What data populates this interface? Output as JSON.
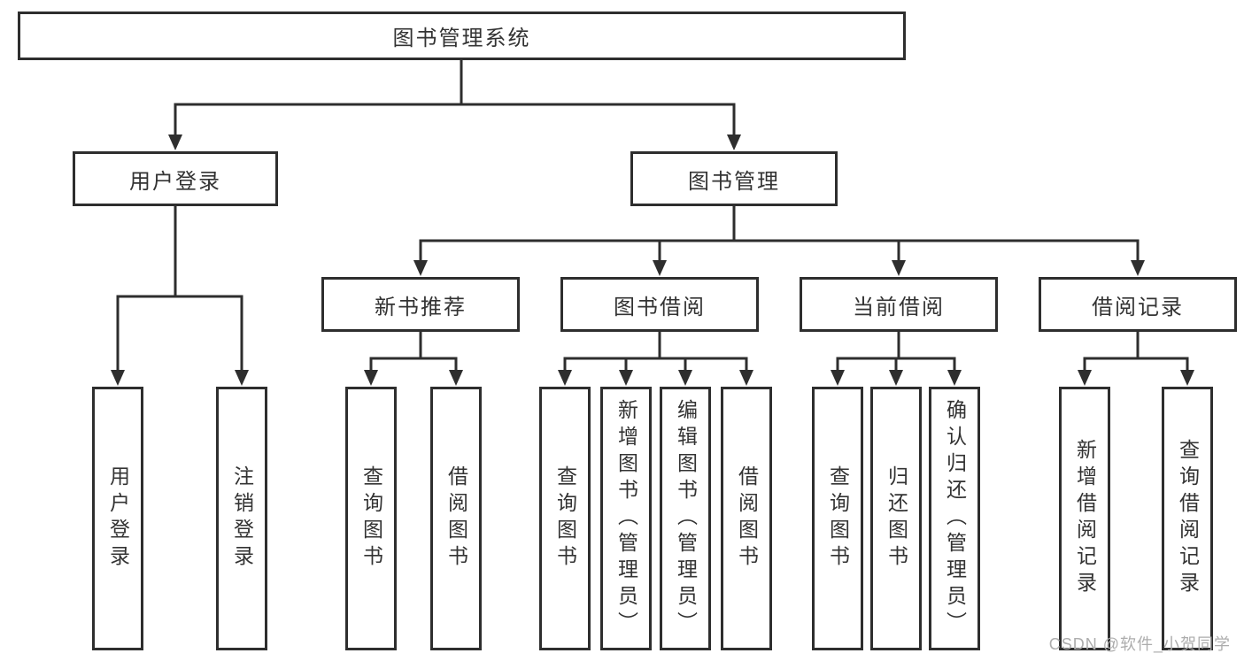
{
  "tree": {
    "root": "图书管理系统",
    "branches": [
      {
        "label": "用户登录",
        "children": [
          "用户登录",
          "注销登录"
        ]
      },
      {
        "label": "图书管理",
        "children": [
          {
            "label": "新书推荐",
            "children": [
              "查询图书",
              "借阅图书"
            ]
          },
          {
            "label": "图书借阅",
            "children": [
              "查询图书",
              "新增图书（管理员）",
              "编辑图书（管理员）",
              "借阅图书"
            ]
          },
          {
            "label": "当前借阅",
            "children": [
              "查询图书",
              "归还图书",
              "确认归还（管理员）"
            ]
          },
          {
            "label": "借阅记录",
            "children": [
              "新增借阅记录",
              "查询借阅记录"
            ]
          }
        ]
      }
    ]
  },
  "watermark": {
    "text": "CSDN @软件_小贺同学",
    "color": "#adadad"
  },
  "colors": {
    "line": "#2e2e2e",
    "text": "#333333",
    "background": "#ffffff"
  }
}
